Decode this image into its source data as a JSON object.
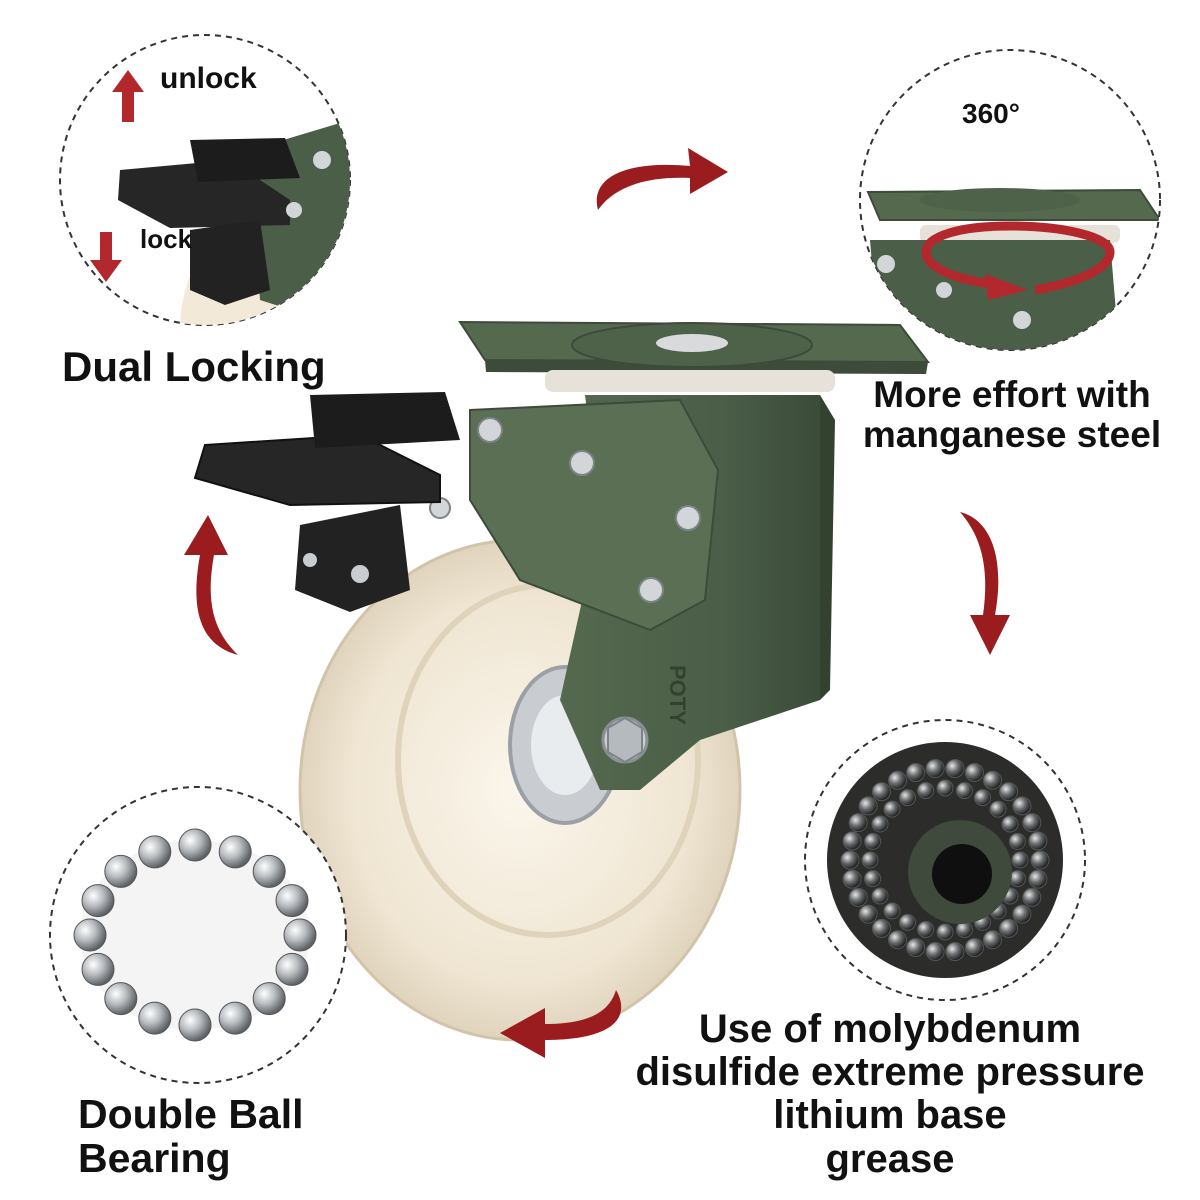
{
  "callouts": {
    "dual_locking": "Dual Locking",
    "unlock": "unlock",
    "lock": "lock",
    "rotation": "360°",
    "manganese_line1": "More effort with",
    "manganese_line2": "manganese steel",
    "double_ball_line1": "Double Ball",
    "double_ball_line2": "Bearing",
    "grease_line1": "Use of molybdenum",
    "grease_line2": "disulfide extreme pressure",
    "grease_line3": "lithium base",
    "grease_line4": "grease"
  },
  "product": {
    "brand_mark": "POTY"
  },
  "icons": [
    "curved-arrow-icon",
    "up-arrow-icon",
    "down-arrow-icon",
    "rotation-arrow-icon"
  ],
  "colors": {
    "arrow_red": "#9b1c1f",
    "bracket_green": "#4a5e48",
    "wheel_cream": "#f2e9d8",
    "lock_black": "#1c1c1c",
    "steel": "#c9cdd1"
  }
}
